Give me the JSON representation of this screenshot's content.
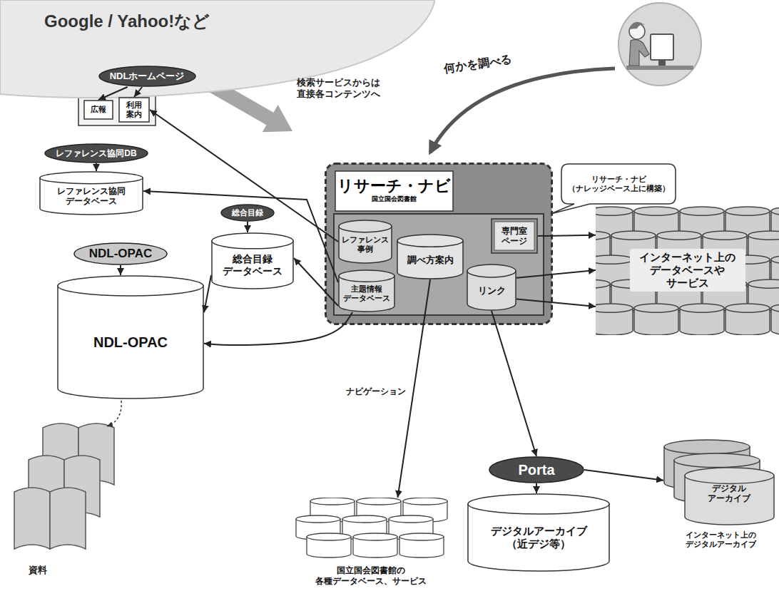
{
  "diagram": {
    "nodes": [
      {
        "text": [
          "Google / Yahoo!など"
        ]
      },
      {
        "text": [
          "リサーチ・ナビ",
          "国立国会図書館"
        ]
      },
      {
        "text": [
          "レファレンス 事例"
        ],
        "in": 1
      },
      {
        "text": [
          "専門室 ページ"
        ],
        "in": 1
      },
      {
        "text": [
          "調べ方案内"
        ],
        "in": 1
      },
      {
        "text": [
          "主題情報 データベース"
        ],
        "in": 1
      },
      {
        "text": [
          "リンク"
        ],
        "in": 1
      },
      {
        "text": [
          "リサーチ・ナビ （ナレッジベース上に構築）"
        ]
      },
      {
        "text": [
          "NDLホームページ"
        ]
      },
      {
        "text": [
          "広報"
        ]
      },
      {
        "text": [
          "利用 案内"
        ]
      },
      {
        "text": [
          "インターネット上の データベースや サービス"
        ]
      },
      {
        "text": [
          "レファレンス協同DB"
        ]
      },
      {
        "text": [
          "レファレンス協同 データベース"
        ]
      },
      {
        "text": [
          "総合目録"
        ]
      },
      {
        "text": [
          "総合目録 データベース"
        ]
      },
      {
        "text": [
          "NDL-OPAC"
        ]
      },
      {
        "text": [
          "NDL-OPAC"
        ]
      },
      {
        "text": [
          "Porta"
        ]
      },
      {
        "text": [
          "デジタルアーカイブ （近デジ等）"
        ]
      },
      {
        "text": [
          "デジタル アーカイブ",
          "インターネット上の デジタルアーカイブ"
        ]
      },
      {
        "text": [
          "国立国会図書館の 各種データベース、サービス"
        ]
      }
    ],
    "edges": [
      {
        "from": 2,
        "to": 10,
        "arrow": "to"
      },
      {
        "from": 5,
        "to": 13,
        "arrow": "to"
      },
      {
        "from": 5,
        "to": 15,
        "arrow": "to"
      },
      {
        "from": 5,
        "to": 17,
        "arrow": "to"
      },
      {
        "from": 4,
        "to": 21,
        "label": "ナビゲーション",
        "arrow": "to"
      },
      {
        "from": 6,
        "to": 18,
        "arrow": "to"
      },
      {
        "from": 3,
        "to": 11,
        "arrow": "to"
      },
      {
        "from": 6,
        "to": 11,
        "arrow": "to"
      },
      {
        "from": 6,
        "to": 11,
        "arrow": "to"
      },
      {
        "from": 8,
        "to": 9,
        "arrow": "to"
      },
      {
        "from": 8,
        "to": 10,
        "arrow": "to"
      },
      {
        "from": 12,
        "to": 13,
        "arrow": "to"
      },
      {
        "from": 14,
        "to": 15,
        "arrow": "to"
      },
      {
        "from": 15,
        "to": 17,
        "arrow": "to"
      },
      {
        "from": 16,
        "to": 17,
        "arrow": "to"
      },
      {
        "from": 18,
        "to": 19,
        "arrow": "to"
      },
      {
        "from": 18,
        "to": 20,
        "arrow": "to"
      }
    ],
    "labels": [
      "検索サービスからは 直接各コンテンツへ",
      "何かを調べる",
      "資料"
    ]
  }
}
